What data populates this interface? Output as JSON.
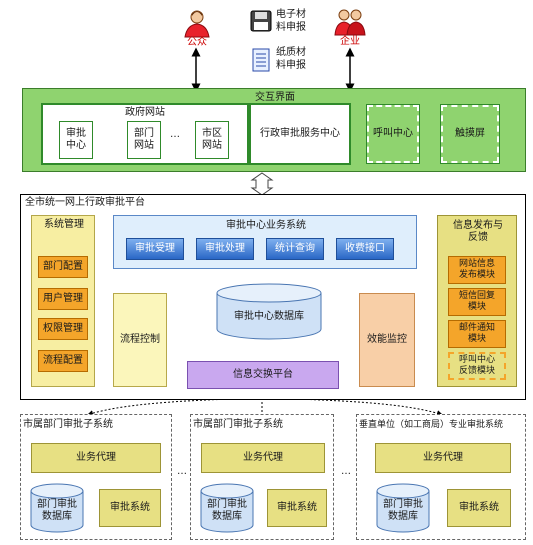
{
  "top": {
    "public_label": "公众",
    "enterprise_label": "企业",
    "e_material_label": "电子材\n料申报",
    "paper_material_label": "纸质材\n料申报"
  },
  "interaction": {
    "title": "交互界面",
    "gov_site": {
      "title": "政府网站",
      "items": [
        "审批\n中心",
        "部门\n网站",
        "市区\n网站"
      ],
      "ellipsis": "…"
    },
    "center": "行政审批服务中心",
    "call_center": "呼叫中心",
    "touch_screen": "触摸屏"
  },
  "platform": {
    "title": "全市统一网上行政审批平台",
    "sys_mgmt": {
      "title": "系统管理",
      "items": [
        "部门配置",
        "用户管理",
        "权限管理",
        "流程配置"
      ]
    },
    "biz": {
      "title": "审批中心业务系统",
      "buttons": [
        "审批受理",
        "审批处理",
        "统计查询",
        "收费接口"
      ]
    },
    "db": "审批中心数据库",
    "flow": "流程控制",
    "efficiency": "效能监控",
    "exchange": "信息交换平台",
    "info": {
      "title": "信息发布与\n反馈",
      "items": [
        "网站信息\n发布模块",
        "短信回复\n模块",
        "邮件通知\n模块",
        "呼叫中心\n反馈模块"
      ]
    }
  },
  "subsystems": [
    {
      "title": "市属部门审批子系统",
      "agent": "业务代理",
      "db": "部门审批\n数据库",
      "sys": "审批系统"
    },
    {
      "title": "市属部门审批子系统",
      "agent": "业务代理",
      "db": "部门审批\n数据库",
      "sys": "审批系统"
    },
    {
      "title": "垂直单位（如工商局）专业审批系统",
      "agent": "业务代理",
      "db": "部门审批\n数据库",
      "sys": "审批系统"
    }
  ],
  "colors": {
    "green": "#8fd36f",
    "yellow": "#f7eea2",
    "orange": "#f4a52a",
    "blue": "#2a67c6",
    "purple": "#c9a8ef"
  }
}
